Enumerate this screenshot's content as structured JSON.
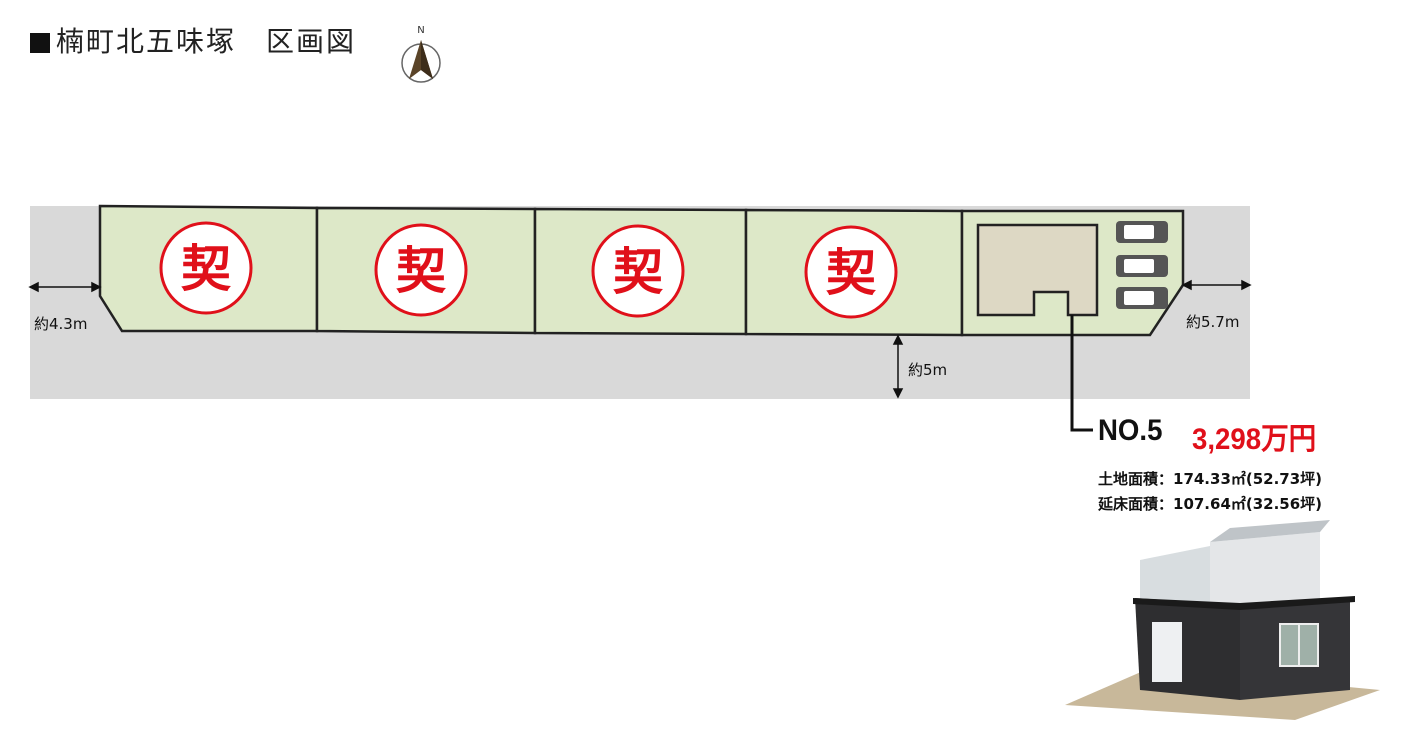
{
  "header": {
    "title": "楠町北五味塚　区画図",
    "compass_letter": "N"
  },
  "lots": [
    {
      "status": "契",
      "color": "#dde8c8"
    },
    {
      "status": "契",
      "color": "#dde8c8"
    },
    {
      "status": "契",
      "color": "#dde8c8"
    },
    {
      "status": "契",
      "color": "#dde8c8"
    },
    {
      "status": "",
      "color": "#dde8c8"
    }
  ],
  "measurements": {
    "left_road": "約4.3m",
    "right_road": "約5.7m",
    "front_road": "約5m"
  },
  "listing": {
    "lot_no": "NO.5",
    "price": "3,298万円",
    "land_area": "土地面積：174.33㎡(52.73坪)",
    "floor_area": "延床面積：107.64㎡(32.56坪)"
  },
  "colors": {
    "road": "#d9d9d9",
    "lot_fill": "#dde8c8",
    "building": "#ddd8c4",
    "sold_red": "#e0101a",
    "compass": "#5a4428"
  }
}
